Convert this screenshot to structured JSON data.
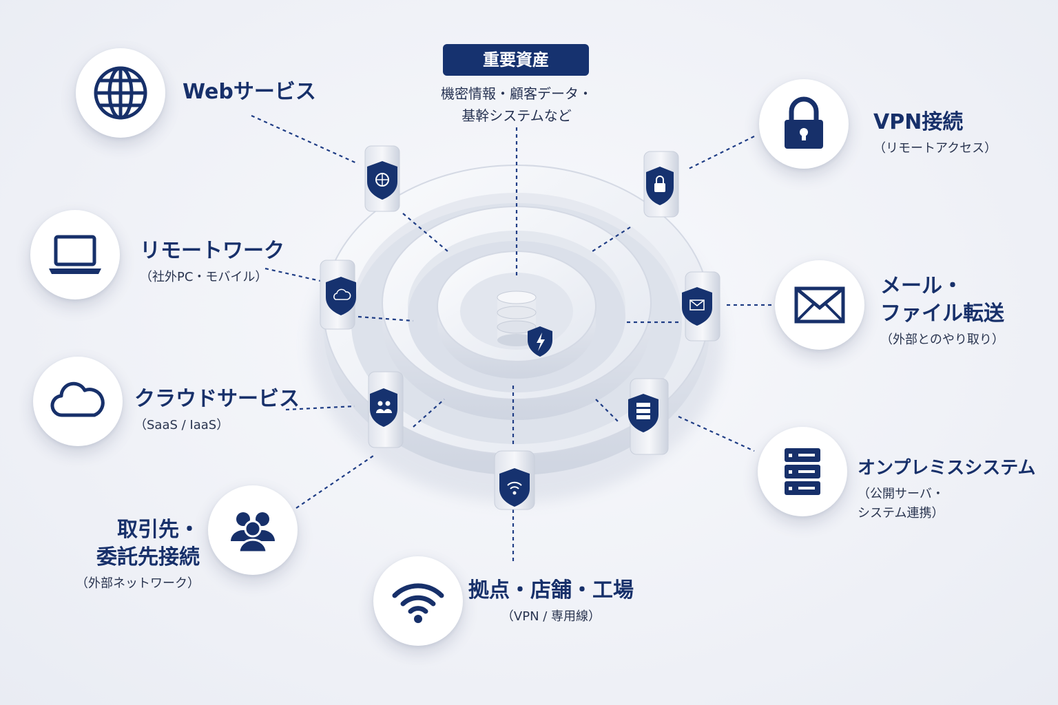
{
  "center": {
    "title": "重要資産",
    "description_lines": [
      "機密情報・顧客データ・",
      "基幹システムなど"
    ]
  },
  "nodes": [
    {
      "key": "web",
      "icon": "globe-icon",
      "title_lines": [
        "Webサービス"
      ],
      "sub_lines": []
    },
    {
      "key": "remote-work",
      "icon": "laptop-icon",
      "title_lines": [
        "リモートワーク"
      ],
      "sub_lines": [
        "（社外PC・モバイル）"
      ]
    },
    {
      "key": "cloud",
      "icon": "cloud-icon",
      "title_lines": [
        "クラウドサービス"
      ],
      "sub_lines": [
        "（SaaS / IaaS）"
      ]
    },
    {
      "key": "partner",
      "icon": "users-icon",
      "title_lines": [
        "取引先・",
        "委託先接続"
      ],
      "sub_lines": [
        "（外部ネットワーク）"
      ]
    },
    {
      "key": "sites",
      "icon": "wifi-icon",
      "title_lines": [
        "拠点・店舗・工場"
      ],
      "sub_lines": [
        "（VPN / 専用線）"
      ]
    },
    {
      "key": "onprem",
      "icon": "server-icon",
      "title_lines": [
        "オンプレミスシステム"
      ],
      "sub_lines": [
        "（公開サーバ・",
        "システム連携）"
      ]
    },
    {
      "key": "mail",
      "icon": "envelope-icon",
      "title_lines": [
        "メール・",
        "ファイル転送"
      ],
      "sub_lines": [
        "（外部とのやり取り）"
      ]
    },
    {
      "key": "vpn",
      "icon": "lock-icon",
      "title_lines": [
        "VPN接続"
      ],
      "sub_lines": [
        "（リモートアクセス）"
      ]
    }
  ],
  "colors": {
    "navy": "#16326f",
    "wall": "#e3e7ef",
    "wall_shadow": "#c9cfdb",
    "line": "#1f3d85"
  }
}
